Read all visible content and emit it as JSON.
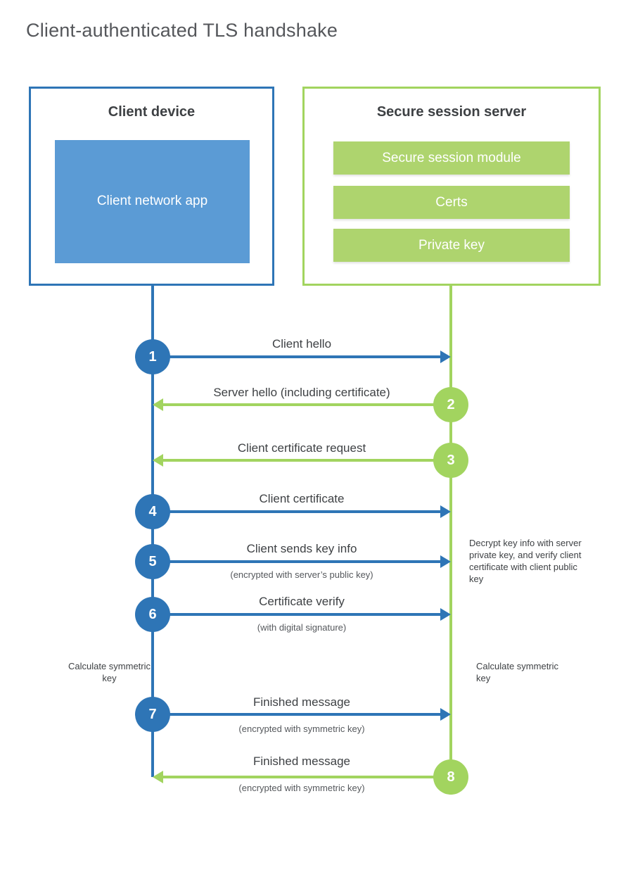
{
  "title": "Client-authenticated TLS handshake",
  "client": {
    "title": "Client device",
    "app_label": "Client network app"
  },
  "server": {
    "title": "Secure session server",
    "modules": [
      "Secure session module",
      "Certs",
      "Private key"
    ]
  },
  "steps": [
    {
      "num": "1",
      "label": "Client hello",
      "direction": "client-to-server"
    },
    {
      "num": "2",
      "label": "Server hello (including certificate)",
      "direction": "server-to-client"
    },
    {
      "num": "3",
      "label": "Client certificate request",
      "direction": "server-to-client"
    },
    {
      "num": "4",
      "label": "Client certificate",
      "direction": "client-to-server"
    },
    {
      "num": "5",
      "label": "Client sends key info",
      "sub": "(encrypted with server’s public key)",
      "direction": "client-to-server"
    },
    {
      "num": "6",
      "label": "Certificate verify",
      "sub": "(with digital signature)",
      "direction": "client-to-server"
    },
    {
      "num": "7",
      "label": "Finished message",
      "sub": "(encrypted with symmetric key)",
      "direction": "client-to-server"
    },
    {
      "num": "8",
      "label": "Finished message",
      "sub": "(encrypted with symmetric key)",
      "direction": "server-to-client"
    }
  ],
  "annotations": {
    "decrypt_note": "Decrypt key info with server private key, and verify client certificate with client public key",
    "calculate_left": "Calculate symmetric key",
    "calculate_right": "Calculate symmetric key"
  },
  "colors": {
    "blue": "#2e75b6",
    "blue_fill": "#5b9bd5",
    "green": "#a2d45f",
    "green_fill": "#aed46e",
    "text": "#3e4144",
    "text_muted": "#55585c",
    "title": "#55575b"
  }
}
